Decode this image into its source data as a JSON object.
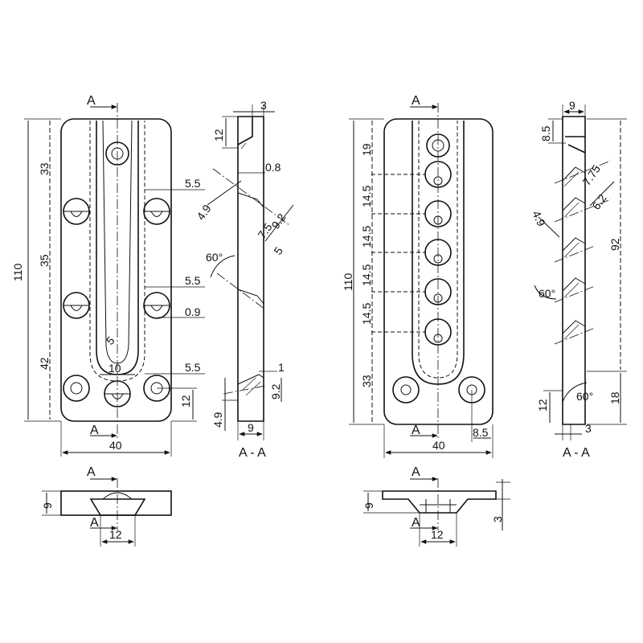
{
  "left_front": {
    "section": "A",
    "d_110": "110",
    "d_33": "33",
    "d_35": "35",
    "d_42": "42",
    "d_40": "40",
    "d_5_5a": "5.5",
    "d_5_5b": "5.5",
    "d_5_5c": "5.5",
    "d_0_9": "0.9",
    "d_12": "12",
    "d_10": "10",
    "d_5": "5"
  },
  "left_section": {
    "label": "A - A",
    "d_3": "3",
    "d_12": "12",
    "d_0_8": "0.8",
    "d_4_9a": "4.9",
    "d_9_2a": "9.2",
    "d_7_5": "7.5",
    "d_5": "5",
    "d_60": "60°",
    "d_1": "1",
    "d_9_2b": "9.2",
    "d_4_9b": "4.9",
    "d_9": "9"
  },
  "left_bottom": {
    "section": "A",
    "d_9": "9",
    "d_12": "12"
  },
  "right_front": {
    "section": "A",
    "d_110": "110",
    "d_19": "19",
    "d_14_5a": "14.5",
    "d_14_5b": "14.5",
    "d_14_5c": "14.5",
    "d_14_5d": "14.5",
    "d_33": "33",
    "d_40": "40",
    "d_8_5": "8.5"
  },
  "right_section": {
    "label": "A - A",
    "d_9": "9",
    "d_8_5": "8.5",
    "d_7_75": "7.75",
    "d_6_2": "6.2",
    "d_4_9": "4.9",
    "d_92": "92",
    "d_60a": "60°",
    "d_60b": "60°",
    "d_18": "18",
    "d_12": "12",
    "d_3": "3"
  },
  "right_bottom": {
    "section": "A",
    "d_9": "9",
    "d_3": "3",
    "d_12": "12"
  }
}
